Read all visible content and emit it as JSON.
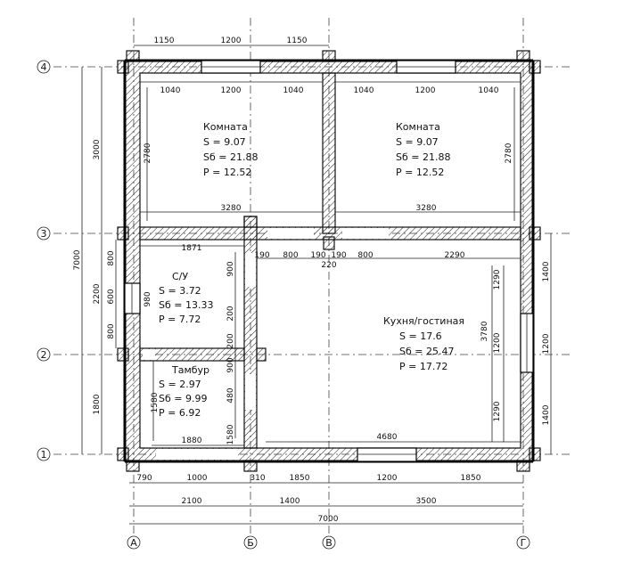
{
  "axes": {
    "rows": [
      "4",
      "3",
      "2",
      "1"
    ],
    "cols": [
      "А",
      "Б",
      "В",
      "Г"
    ]
  },
  "rooms": {
    "room1": {
      "name": "Комната",
      "s": "S = 9.07",
      "sb": "Sб = 21.88",
      "p": "P = 12.52"
    },
    "room2": {
      "name": "Комната",
      "s": "S = 9.07",
      "sb": "Sб = 21.88",
      "p": "P = 12.52"
    },
    "wc": {
      "name": "С/У",
      "s": "S = 3.72",
      "sb": "Sб = 13.33",
      "p": "P = 7.72"
    },
    "vestibule": {
      "name": "Тамбур",
      "s": "S = 2.97",
      "sb": "Sб = 9.99",
      "p": "P = 6.92"
    },
    "kitchen": {
      "name": "Кухня/гостиная",
      "s": "S = 17.6",
      "sb": "Sб = 25.47",
      "p": "P = 17.72"
    }
  },
  "dims": {
    "top_outer": [
      "1150",
      "1200",
      "1150"
    ],
    "top_inner": [
      "1040",
      "1200",
      "1040",
      "1040",
      "1200",
      "1040"
    ],
    "rooms_width": [
      "3280",
      "3280"
    ],
    "mid_row": [
      "1871",
      "190",
      "800",
      "190",
      "190",
      "800",
      "2290",
      "220"
    ],
    "room_heights": [
      "2780",
      "2780"
    ],
    "left_outer": [
      "3000",
      "2200",
      "1800",
      "7000"
    ],
    "left_inner": [
      "800",
      "600",
      "800"
    ],
    "wc_inner": [
      "1880",
      "900",
      "980",
      "200",
      "200",
      "900",
      "480",
      "1580"
    ],
    "vestibule_width": "1880",
    "kitchen_width": "4680",
    "kitchen_right": [
      "1290",
      "1200",
      "1290",
      "3780"
    ],
    "right_outer": [
      "1400",
      "1200",
      "1400"
    ],
    "bottom_row1": [
      "790",
      "1000",
      "310",
      "1850",
      "1200",
      "1850"
    ],
    "bottom_row2": [
      "2100",
      "1400",
      "3500"
    ],
    "bottom_total": "7000"
  }
}
